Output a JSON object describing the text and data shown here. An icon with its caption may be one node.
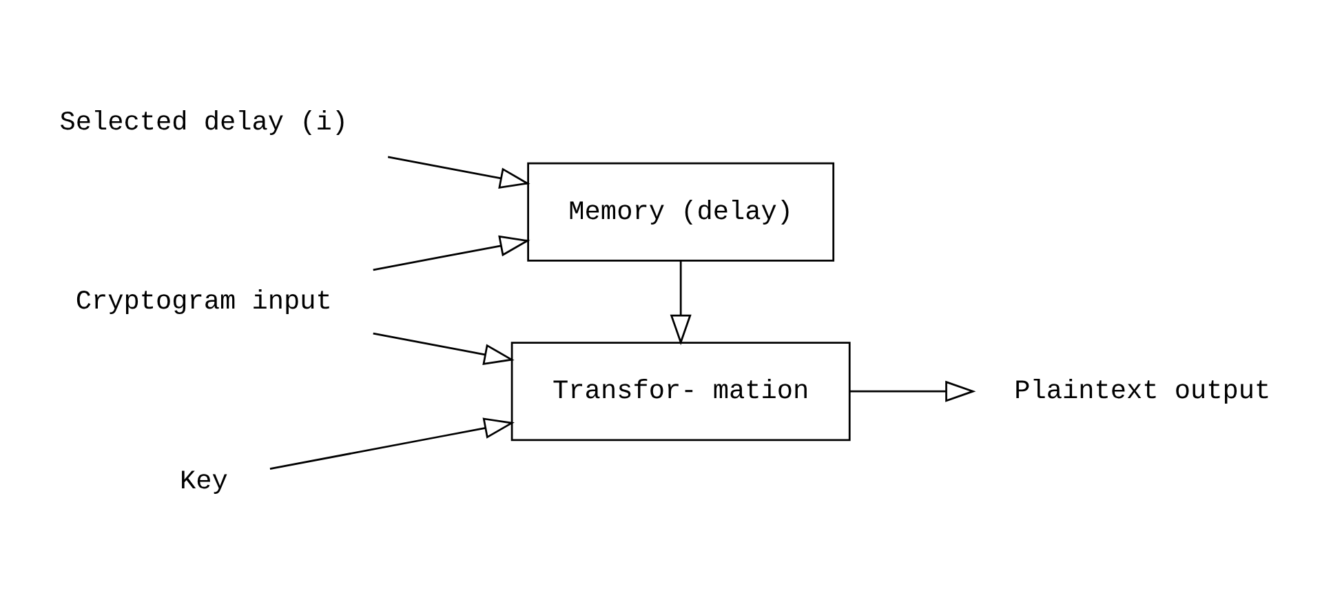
{
  "diagram": {
    "nodes": [
      {
        "text": [
          "Memory (delay)"
        ]
      },
      {
        "text": [
          "Transfor- mation"
        ]
      },
      {
        "text": [
          "Selected delay (i)"
        ]
      },
      {
        "text": [
          "Key"
        ]
      },
      {
        "text": [
          "Cryptogram input"
        ]
      },
      {
        "text": [
          "Plaintext output"
        ]
      }
    ],
    "edges": [
      {
        "from": 2,
        "to": 0,
        "arrow": "to"
      },
      {
        "from": 4,
        "to": 0,
        "arrow": "to"
      },
      {
        "from": 0,
        "to": 1,
        "arrow": "to"
      },
      {
        "from": 3,
        "to": 1,
        "arrow": "to"
      },
      {
        "from": 4,
        "to": 1,
        "arrow": "to"
      },
      {
        "from": 1,
        "to": 5,
        "arrow": "to"
      }
    ]
  }
}
